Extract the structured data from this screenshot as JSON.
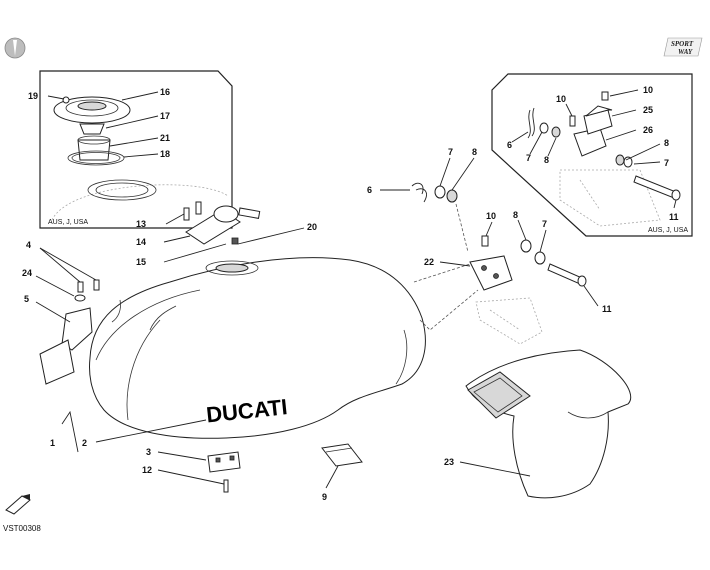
{
  "diagram": {
    "brand_text": "DUCATI",
    "drawing_code": "VST00308",
    "logo_text": [
      "SPORT",
      "WAY"
    ],
    "inset_notes": {
      "left": "AUS, J, USA",
      "right": "AUS, J, USA"
    },
    "callouts": {
      "c1": "1",
      "c2": "2",
      "c3": "3",
      "c4": "4",
      "c5": "5",
      "c6a": "6",
      "c6b": "6",
      "c7a": "7",
      "c7b": "7",
      "c7c": "7",
      "c7d": "7",
      "c8a": "8",
      "c8b": "8",
      "c8c": "8",
      "c8d": "8",
      "c9": "9",
      "c10a": "10",
      "c10b": "10",
      "c10c": "10",
      "c11a": "11",
      "c11b": "11",
      "c12": "12",
      "c13": "13",
      "c14": "14",
      "c15": "15",
      "c16": "16",
      "c17": "17",
      "c18": "18",
      "c19": "19",
      "c20": "20",
      "c21": "21",
      "c22": "22",
      "c23": "23",
      "c24": "24",
      "c25": "25",
      "c26": "26"
    }
  }
}
